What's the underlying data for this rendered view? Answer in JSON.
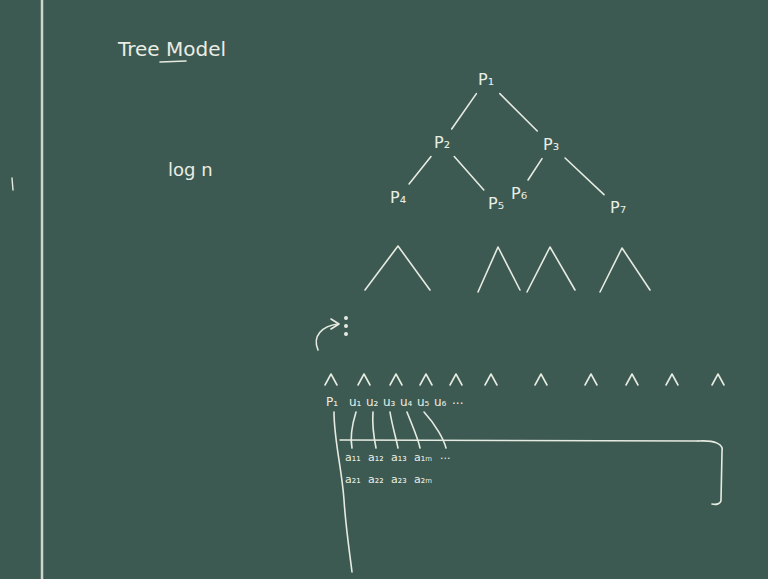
{
  "diagram": {
    "title": "Tree Model",
    "nodes": [
      {
        "text": [
          "P₁"
        ]
      },
      {
        "text": [
          "P₂"
        ]
      },
      {
        "text": [
          "P₃"
        ]
      },
      {
        "text": [
          "P₄"
        ]
      },
      {
        "text": [
          "P₅"
        ]
      },
      {
        "text": [
          "P₆"
        ]
      },
      {
        "text": [
          "P₇"
        ]
      }
    ],
    "edges": [
      {
        "from": 0,
        "to": 1,
        "arrow": "none"
      },
      {
        "from": 0,
        "to": 2,
        "arrow": "none"
      },
      {
        "from": 1,
        "to": 3,
        "arrow": "none"
      },
      {
        "from": 1,
        "to": 4,
        "arrow": "none"
      },
      {
        "from": 2,
        "to": 5,
        "arrow": "none"
      },
      {
        "from": 2,
        "to": 6,
        "arrow": "none"
      }
    ],
    "labels": [
      "log n",
      "P₁",
      "u₁",
      "u₂",
      "u₃",
      "u₄",
      "u₅",
      "u₆",
      "...",
      "a₁₁",
      "a₁₂",
      "a₁₃",
      "a₁ₘ",
      "...",
      "a₂₁",
      "a₂₂",
      "a₂₃",
      "a₂ₘ"
    ]
  }
}
